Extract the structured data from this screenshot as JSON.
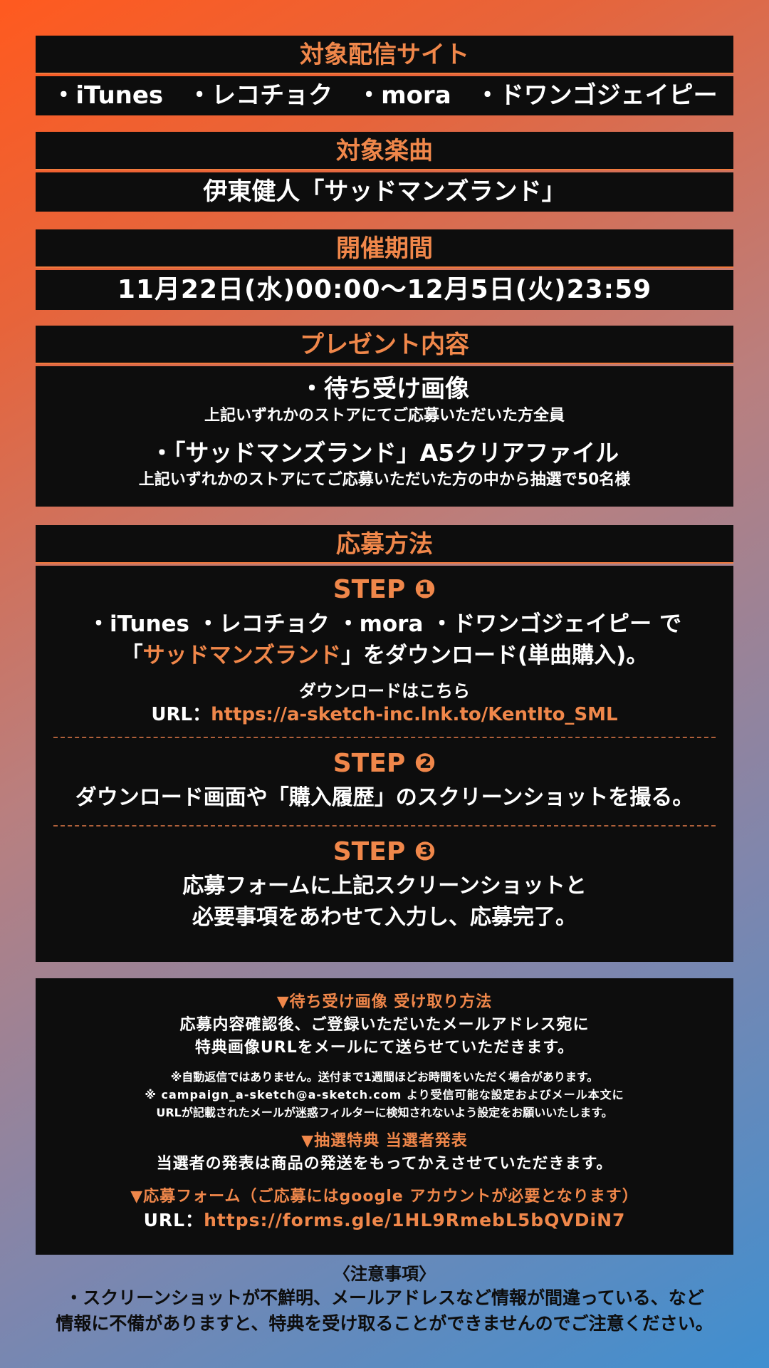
{
  "sites": {
    "header": "対象配信サイト",
    "items": "・iTunes　・レコチョク　・mora　・ドワンゴジェイピー"
  },
  "song": {
    "header": "対象楽曲",
    "title": "伊東健人「サッドマンズランド」"
  },
  "period": {
    "header": "開催期間",
    "text": "11月22日(水)00:00～12月5日(火)23:59"
  },
  "present": {
    "header": "プレゼント内容",
    "item1_title": "・待ち受け画像",
    "item1_desc": "上記いずれかのストアにてご応募いただいた方全員",
    "item2_title": "・「サッドマンズランド」A5クリアファイル",
    "item2_desc": "上記いずれかのストアにてご応募いただいた方の中から抽選で50名様"
  },
  "how": {
    "header": "応募方法",
    "step1_label": "STEP ❶",
    "step1_line1": "・iTunes ・レコチョク ・mora ・ドワンゴジェイピー で",
    "step1_line2_pre": "「",
    "step1_line2_song": "サッドマンズランド",
    "step1_line2_post": "」をダウンロード(単曲購入)。",
    "step1_dl": "ダウンロードはこちら",
    "step1_url_label": "URL：",
    "step1_url": "https://a-sketch-inc.lnk.to/KentIto_SML",
    "step2_label": "STEP ❷",
    "step2_text": "ダウンロード画面や「購入履歴」のスクリーンショットを撮る。",
    "step3_label": "STEP ❸",
    "step3_line1": "応募フォームに上記スクリーンショットと",
    "step3_line2": "必要事項をあわせて入力し、応募完了。"
  },
  "info": {
    "wallpaper_title": "▼待ち受け画像 受け取り方法",
    "wallpaper_line1": "応募内容確認後、ご登録いただいたメールアドレス宛に",
    "wallpaper_line2": "特典画像URLをメールにて送らせていただきます。",
    "note1": "※自動返信ではありません。送付まで1週間ほどお時間をいただく場合があります。",
    "note2": "※ campaign_a-sketch@a-sketch.com より受信可能な設定およびメール本文に",
    "note3": "URLが記載されたメールが迷惑フィルターに検知されないよう設定をお願いいたします。",
    "lottery_title": "▼抽選特典 当選者発表",
    "lottery_text": "当選者の発表は商品の発送をもってかえさせていただきます。",
    "form_title": "▼応募フォーム（ご応募にはgoogle アカウントが必要となります）",
    "form_url_label": "URL：",
    "form_url": "https://forms.gle/1HL9RmebL5bQVDiN7"
  },
  "caution": {
    "title": "〈注意事項〉",
    "line1": "・スクリーンショットが不鮮明、メールアドレスなど情報が間違っている、など",
    "line2": "情報に不備がありますと、特典を受け取ることができませんのでご注意ください。"
  },
  "colors": {
    "accent": "#f0874a",
    "panel": "#0d0d0d"
  }
}
